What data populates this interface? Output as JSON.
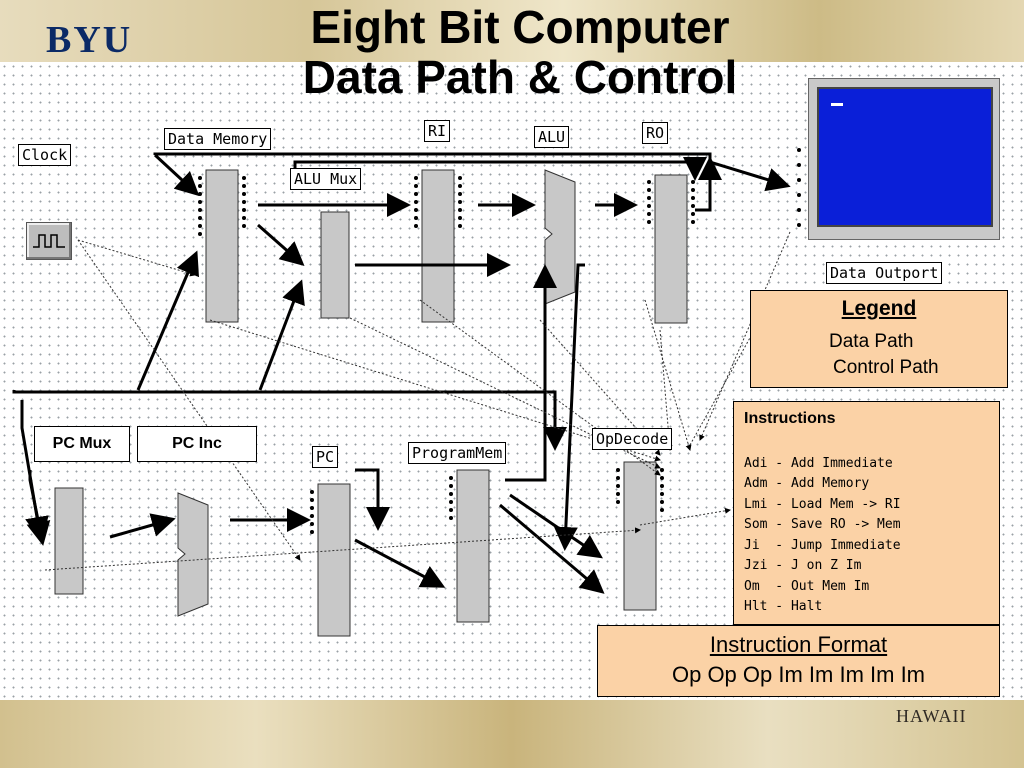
{
  "title": {
    "line1": "Eight Bit Computer",
    "line2": "Data Path & Control"
  },
  "logos": {
    "left": "BYU",
    "right": "HAWAII"
  },
  "components": {
    "clock": "Clock",
    "data_memory": "Data Memory",
    "alu_mux": "ALU Mux",
    "ri": "RI",
    "alu": "ALU",
    "ro": "RO",
    "data_outport": "Data Outport",
    "pc_mux": "PC Mux",
    "pc_inc": "PC Inc",
    "pc": "PC",
    "program_mem": "ProgramMem",
    "op_decode": "OpDecode"
  },
  "legend": {
    "heading": "Legend",
    "data_path": "Data Path",
    "control_path": "Control Path"
  },
  "instructions": {
    "heading": "Instructions",
    "items": [
      "Adi - Add Immediate",
      "Adm - Add Memory",
      "Lmi - Load Mem -> RI",
      "Som - Save RO -> Mem",
      "Ji  - Jump Immediate",
      "Jzi - J on Z Im",
      "Om  - Out Mem Im",
      "Hlt - Halt"
    ]
  },
  "instruction_format": {
    "heading": "Instruction Format",
    "body": "Op Op Op Im Im Im Im Im"
  },
  "colors": {
    "legend_bg": "#fbd2a6",
    "screen": "#0a1fd8",
    "wire": "#000000"
  }
}
